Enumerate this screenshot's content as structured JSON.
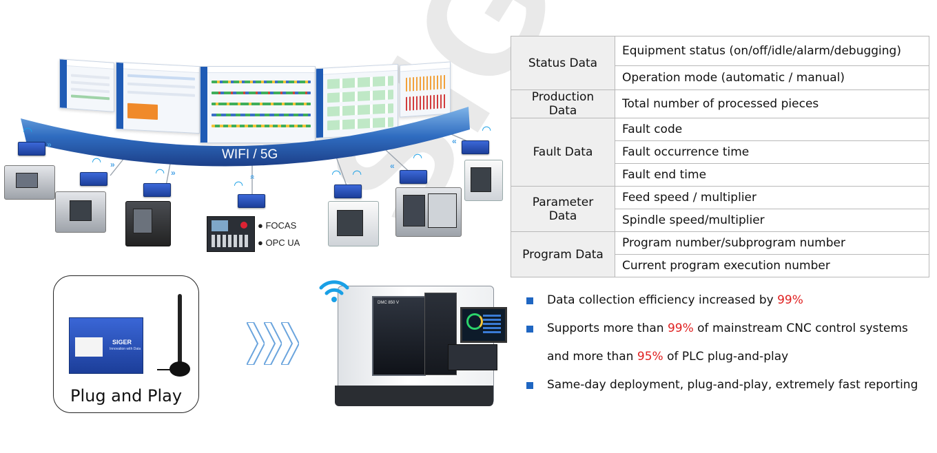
{
  "watermark": "SIGER",
  "network": {
    "band_label": "WIFI / 5G",
    "protocols": [
      "FOCAS",
      "OPC UA"
    ]
  },
  "plug_and_play": {
    "title": "Plug and Play",
    "device_brand": "SIGER",
    "device_tagline": "Innovation with Data"
  },
  "machine": {
    "model": "DMC 850 V"
  },
  "data_table": {
    "rows": [
      {
        "category": "Status Data",
        "items": [
          "Equipment status (on/off/idle/alarm/debugging)",
          "Operation mode (automatic / manual)"
        ]
      },
      {
        "category": "Production Data",
        "items": [
          "Total number of processed pieces"
        ]
      },
      {
        "category": "Fault Data",
        "items": [
          "Fault code",
          "Fault occurrence time",
          "Fault end time"
        ]
      },
      {
        "category": "Parameter Data",
        "items": [
          "Feed speed / multiplier",
          "Spindle speed/multiplier"
        ]
      },
      {
        "category": "Program Data",
        "items": [
          "Program number/subprogram number",
          "Current program execution number"
        ]
      }
    ]
  },
  "bullets": {
    "b1": {
      "pre": "Data collection efficiency increased by ",
      "highlight": "99%"
    },
    "b2": {
      "pre": "Supports more than ",
      "highlight": "99%",
      "post": " of mainstream CNC control systems"
    },
    "b2b": {
      "pre": "and more than ",
      "highlight": "95%",
      "post": " of PLC plug-and-play"
    },
    "b3": {
      "text": "Same-day deployment, plug-and-play, extremely fast reporting"
    }
  },
  "colors": {
    "accent_blue": "#1f66c2",
    "highlight_red": "#e02020",
    "wifi_blue": "#1aa0e6"
  }
}
